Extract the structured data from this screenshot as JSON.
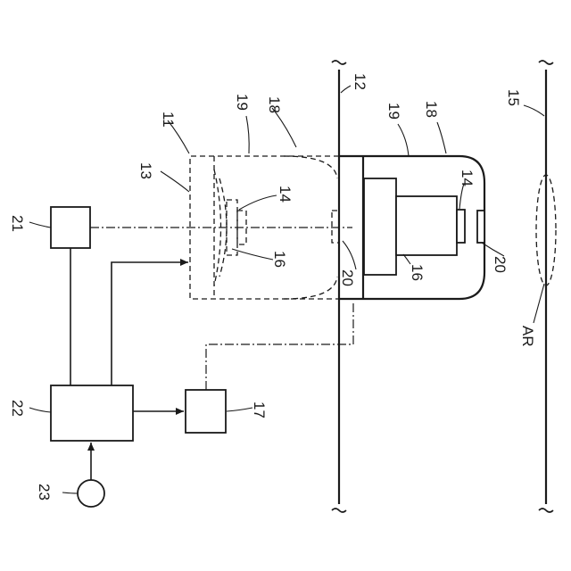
{
  "labels": {
    "l11": "11",
    "l12": "12",
    "l13": "13",
    "l14a": "14",
    "l14b": "14",
    "l15": "15",
    "l16a": "16",
    "l16b": "16",
    "l17": "17",
    "l18a": "18",
    "l18b": "18",
    "l19a": "19",
    "l19b": "19",
    "l20a": "20",
    "l20b": "20",
    "l21": "21",
    "l22": "22",
    "l23": "23",
    "lAR": "AR"
  }
}
